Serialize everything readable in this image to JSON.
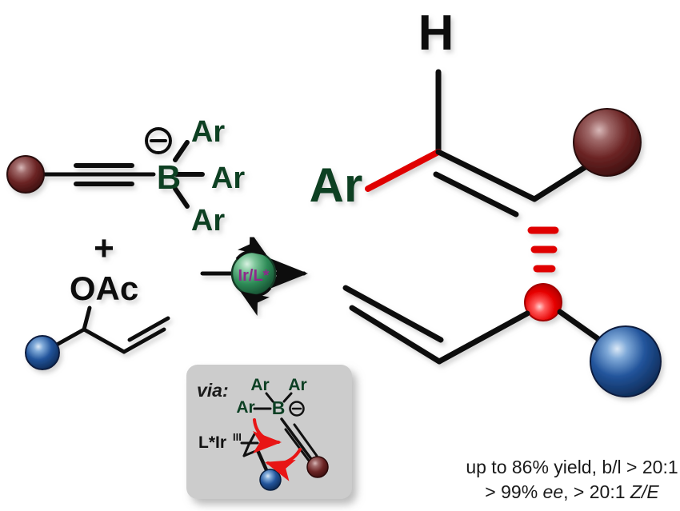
{
  "figure": {
    "title": "Ir-catalysed allylic alkenylation graphical abstract",
    "background_color": "#ffffff"
  },
  "reactants": {
    "alkynyl_borate": {
      "boron_label": "B",
      "charge_symbol": "⊖",
      "aryl_labels": [
        "Ar",
        "Ar",
        "Ar"
      ],
      "sphere_color": "#5c1a1a",
      "label_color": "#0d4024"
    },
    "plus_sign": "+",
    "allylic_acetate": {
      "leaving_group_label": "OAc",
      "sphere_color": "#1c4a87",
      "label_color": "#111111"
    }
  },
  "arrow": {
    "catalyst_label": "Ir/L*",
    "catalyst_label_color": "#8e2a8b",
    "catalyst_sphere_color": "#2e8b57"
  },
  "product": {
    "hydrogen_label": "H",
    "aryl_label": "Ar",
    "aryl_label_color": "#0d4024",
    "aryl_bond_color": "#e00000",
    "stereocenter_color": "#e00000",
    "dash_color": "#d40000",
    "alkyne_sphere_color": "#5c1a1a",
    "allyl_sphere_color": "#1c4a87",
    "dash_count": 3
  },
  "inset": {
    "via_label": "via:",
    "panel_color": "#cccccc",
    "boron_label": "B",
    "charge_symbol": "⊖",
    "aryl_labels": [
      "Ar",
      "Ar",
      "Ar"
    ],
    "metal_label": "L*Ir",
    "metal_oxidation_state": "III",
    "arrow_color": "#e81515",
    "brown_sphere_color": "#5c1a1a",
    "blue_sphere_color": "#1c4a87"
  },
  "results": {
    "line1_plain_a": "up to 86% yield, b/l > 20:1",
    "line2_plain_a": "> 99% ",
    "line2_italic_a": "ee",
    "line2_plain_b": ", > 20:1 ",
    "line2_italic_b": "Z/E"
  }
}
